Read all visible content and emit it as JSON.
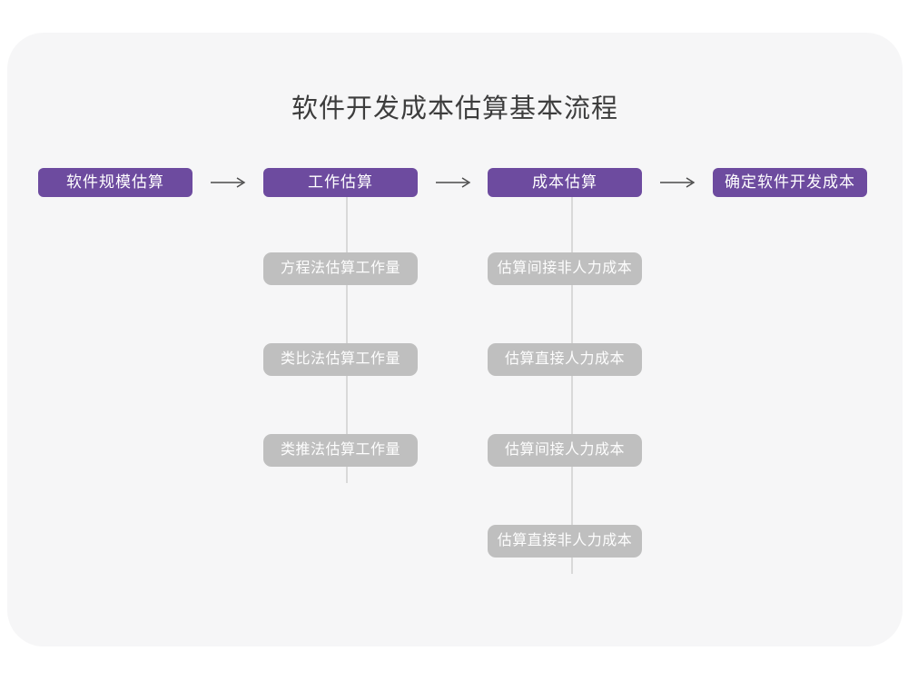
{
  "title": "软件开发成本估算基本流程",
  "colors": {
    "page-bg": "#ffffff",
    "card-bg": "#f6f6f7",
    "stage-bg": "#6d4b9f",
    "stage-text": "#ffffff",
    "sub-bg": "#bfbfbf",
    "sub-text": "#fdfdfd",
    "connector": "#d9d9d9",
    "arrow": "#4a4a4a",
    "title-text": "#3d3d3d"
  },
  "flow": {
    "stages": [
      {
        "label": "软件规模估算",
        "children": []
      },
      {
        "label": "工作估算",
        "children": [
          "方程法估算工作量",
          "类比法估算工作量",
          "类推法估算工作量"
        ]
      },
      {
        "label": "成本估算",
        "children": [
          "估算间接非人力成本",
          "估算直接人力成本",
          "估算间接人力成本",
          "估算直接非人力成本"
        ]
      },
      {
        "label": "确定软件开发成本",
        "children": []
      }
    ]
  },
  "icons": {
    "arrow-right": "→"
  }
}
